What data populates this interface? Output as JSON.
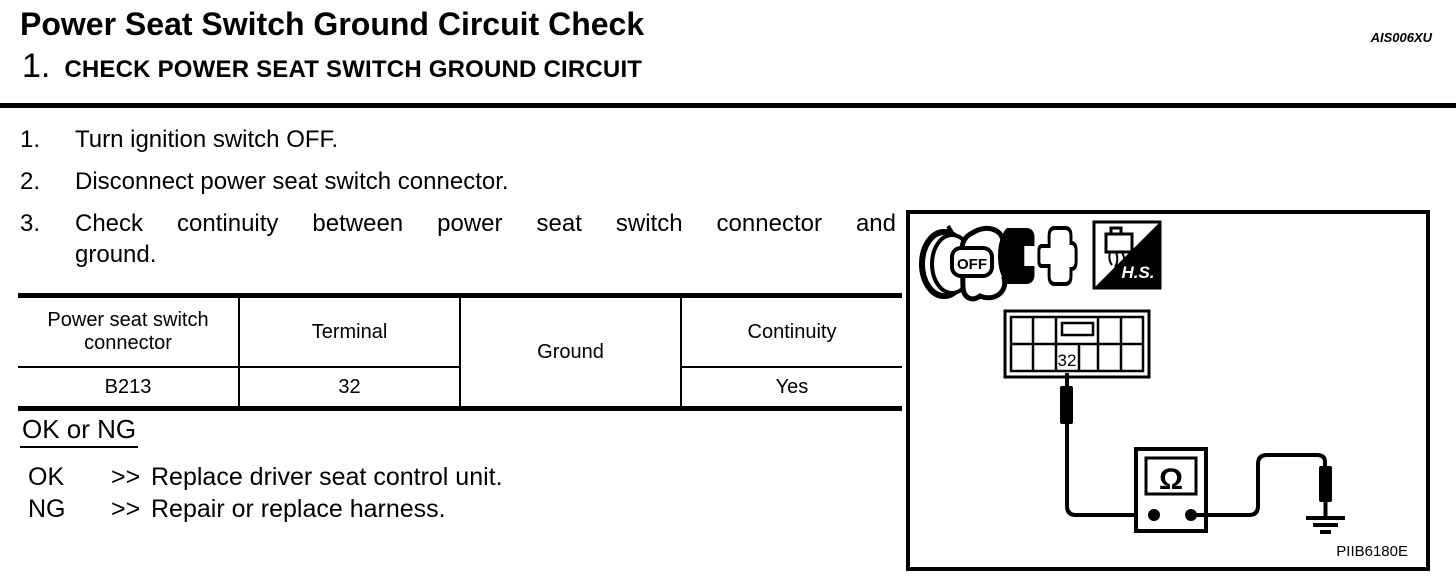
{
  "header": {
    "title": "Power Seat Switch Ground Circuit Check",
    "ref_code": "AIS006XU",
    "step_number": "1.",
    "step_title": "CHECK POWER SEAT SWITCH GROUND CIRCUIT"
  },
  "procedure": {
    "steps": [
      {
        "num": "1.",
        "text": "Turn ignition switch OFF."
      },
      {
        "num": "2.",
        "text": "Disconnect power seat switch connector."
      },
      {
        "num": "3.",
        "line1": "Check continuity between power seat switch connector and",
        "line2": "ground."
      }
    ]
  },
  "table": {
    "headers": {
      "connector": "Power seat switch connector",
      "terminal": "Terminal",
      "ground": "Ground",
      "continuity": "Continuity"
    },
    "row": {
      "connector": "B213",
      "terminal": "32",
      "continuity": "Yes"
    }
  },
  "results": {
    "heading": "OK or NG",
    "items": [
      {
        "label": "OK",
        "arrow": ">>",
        "action": "Replace driver seat control unit."
      },
      {
        "label": "NG",
        "arrow": ">>",
        "action": "Repair or replace harness."
      }
    ]
  },
  "figure": {
    "ignition_label": "OFF",
    "hs_label": "H.S.",
    "pin_label": "32",
    "ohm_symbol": "Ω",
    "code": "PIIB6180E"
  },
  "colors": {
    "ink": "#000000",
    "paper": "#ffffff"
  }
}
